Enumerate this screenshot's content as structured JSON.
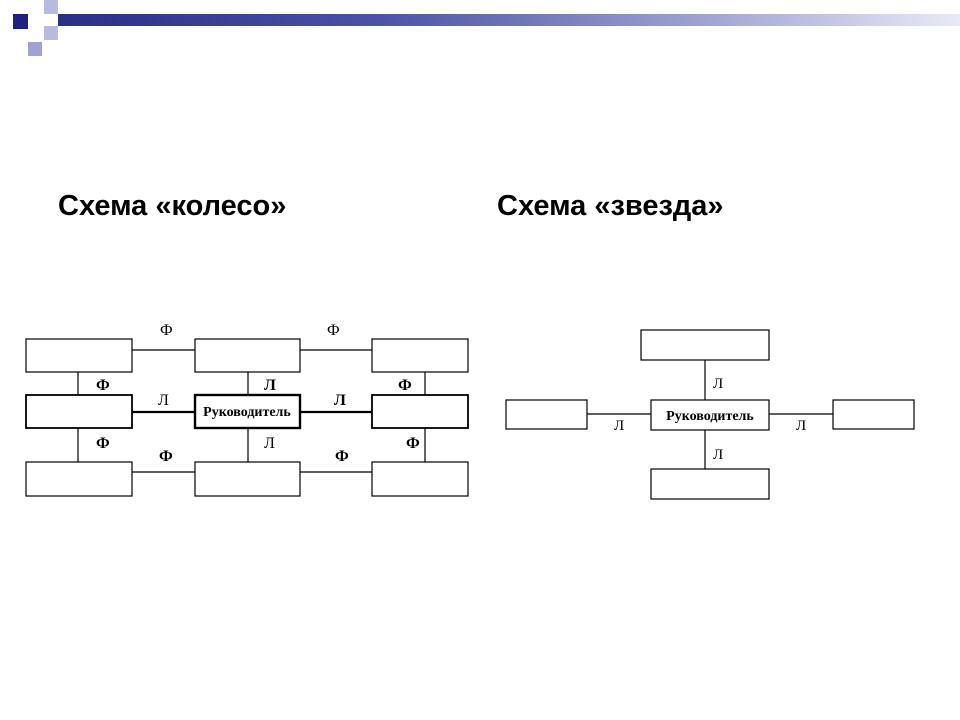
{
  "wheel": {
    "title": "Схема «колесо»",
    "leader_label": "Руководитель",
    "link_functional": "Ф",
    "link_linear": "Л"
  },
  "star": {
    "title": "Схема «звезда»",
    "leader_label": "Руководитель",
    "link_linear": "Л"
  },
  "colors": {
    "accent_dark": "#1e2180",
    "accent_light": "#a7a9d6",
    "line": "#000000"
  }
}
